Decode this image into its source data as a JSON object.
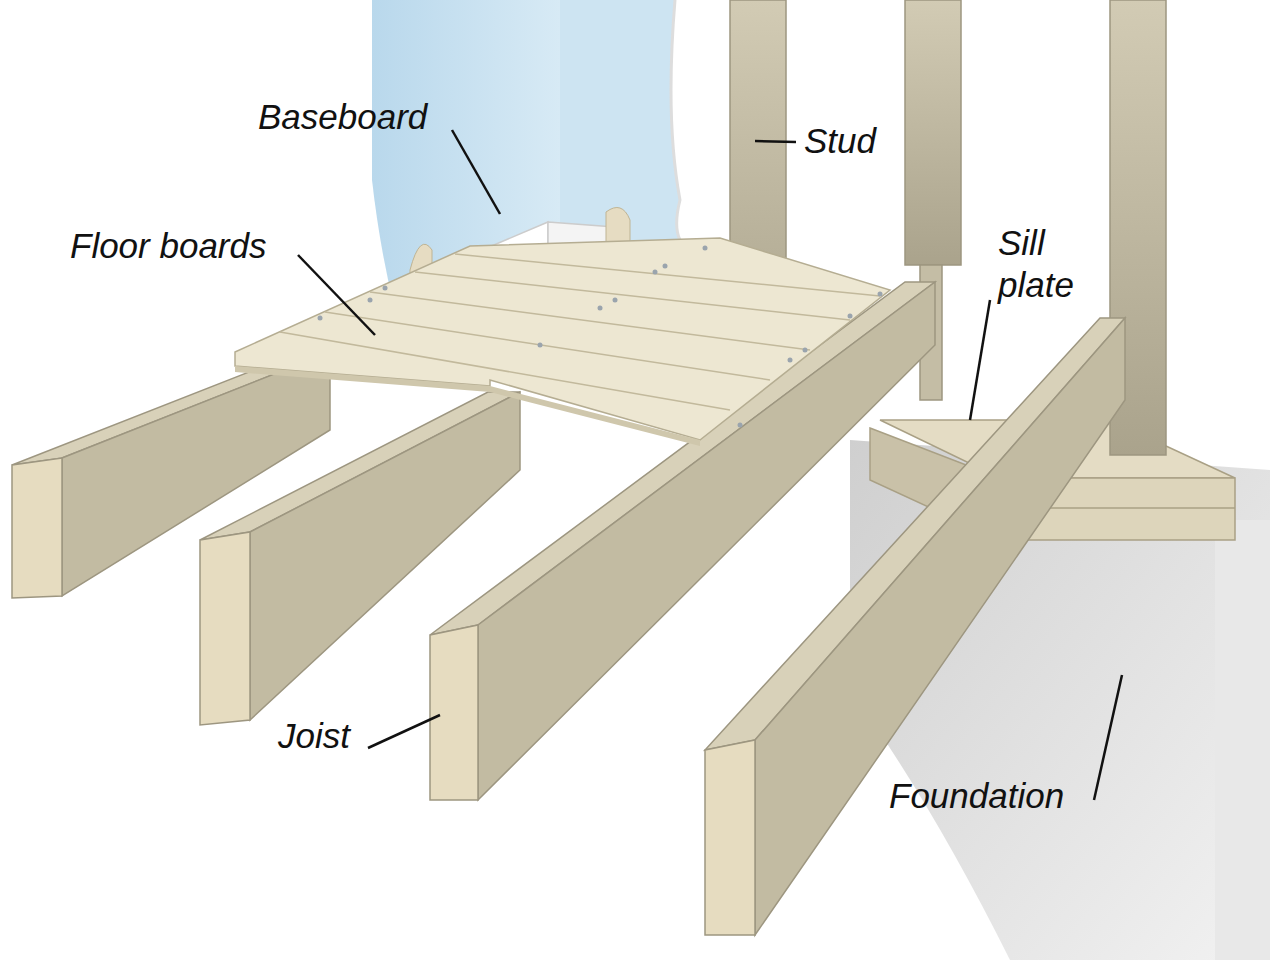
{
  "diagram": {
    "labels": [
      "Baseboard",
      "Stud",
      "Floor boards",
      "Sill plate",
      "Joist",
      "Foundation"
    ]
  }
}
